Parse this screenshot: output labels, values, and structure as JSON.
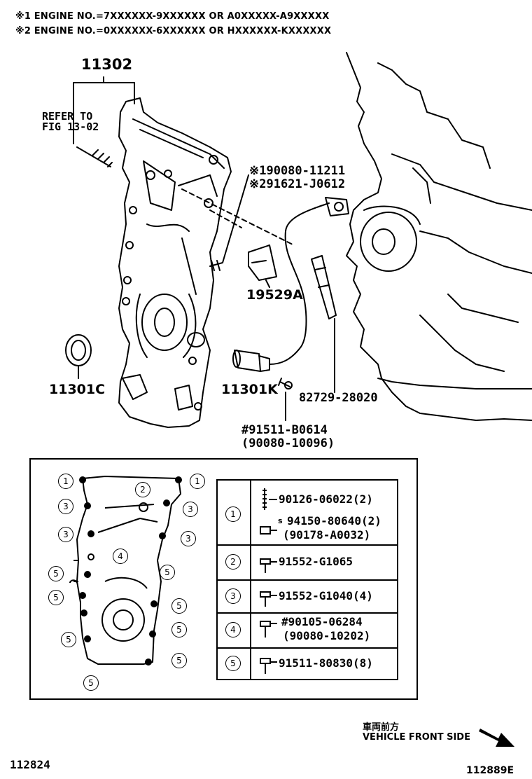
{
  "notes": {
    "note1": "※1 ENGINE NO.=7XXXXXX-9XXXXXX OR A0XXXXX-A9XXXXX",
    "note2": "※2 ENGINE NO.=0XXXXXX-6XXXXXX OR HXXXXXX-KXXXXXX"
  },
  "labels": {
    "p11302": "11302",
    "refer1": "REFER TO",
    "refer2": "FIG 13-02",
    "p90080_11211": "※190080-11211",
    "p91621": "※291621-J0612",
    "p19529A": "19529A",
    "p11301C": "11301C",
    "p11301K": "11301K",
    "p82729": "82729-28020",
    "p91511_b0614": "#91511-B0614",
    "p90080_10096": "(90080-10096)"
  },
  "inset": {
    "callouts": [
      "1",
      "2",
      "3",
      "4",
      "5"
    ],
    "rows": [
      {
        "num": "1",
        "lines": [
          "90126-06022(2)",
          "94150-80640(2)",
          "(90178-A0032)"
        ]
      },
      {
        "num": "2",
        "lines": [
          "91552-G1065"
        ]
      },
      {
        "num": "3",
        "lines": [
          "91552-G1040(4)"
        ]
      },
      {
        "num": "4",
        "lines": [
          "#90105-06284",
          "(90080-10202)"
        ]
      },
      {
        "num": "5",
        "lines": [
          "91511-80830(8)"
        ]
      }
    ],
    "mark_s": "s"
  },
  "footer": {
    "vehicle_jp": "車両前方",
    "vehicle_en": "VEHICLE FRONT SIDE",
    "code_left": "112824",
    "code_right": "112889E"
  }
}
